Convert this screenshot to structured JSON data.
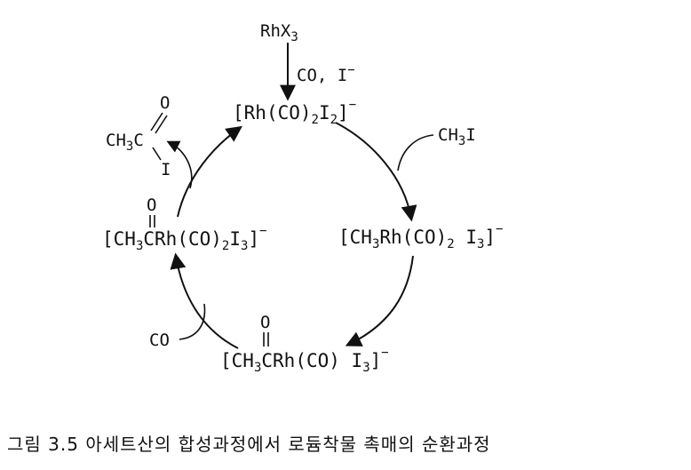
{
  "species": {
    "precursor": {
      "main": "RhX",
      "sub": "3"
    },
    "reagent_top": "CO, I",
    "reagent_top_charge": "−",
    "complex_top": {
      "open": "[",
      "rh": "Rh(CO)",
      "sub1": "2",
      "i": "I",
      "sub2": "2",
      "close": "]",
      "charge": "−"
    },
    "methyl_iodide": {
      "main": "CH",
      "sub": "3",
      "tail": "I"
    },
    "complex_right": {
      "open": "[",
      "a": "CH",
      "s1": "3",
      "b": "Rh(CO)",
      "s2": "2",
      "c": " I",
      "s3": "3",
      "close": "]",
      "charge": "−"
    },
    "complex_bottom": {
      "open": "[",
      "a": "CH",
      "s1": "3",
      "b": "CRh(CO) I",
      "s3": "3",
      "close": "]",
      "charge": "−",
      "oxygen": "O"
    },
    "co_in": "CO",
    "complex_left": {
      "open": "[",
      "a": "CH",
      "s1": "3",
      "b": "CRh(CO)",
      "s2": "2",
      "c": "I",
      "s3": "3",
      "close": "]",
      "charge": "−",
      "oxygen": "O"
    },
    "acetyl_iodide": {
      "a": "CH",
      "s1": "3",
      "c": "C",
      "oxygen": "O",
      "iodine": "I"
    }
  },
  "caption": "그림 3.5 아세트산의 합성과정에서 로듐착물 촉매의 순환과정"
}
